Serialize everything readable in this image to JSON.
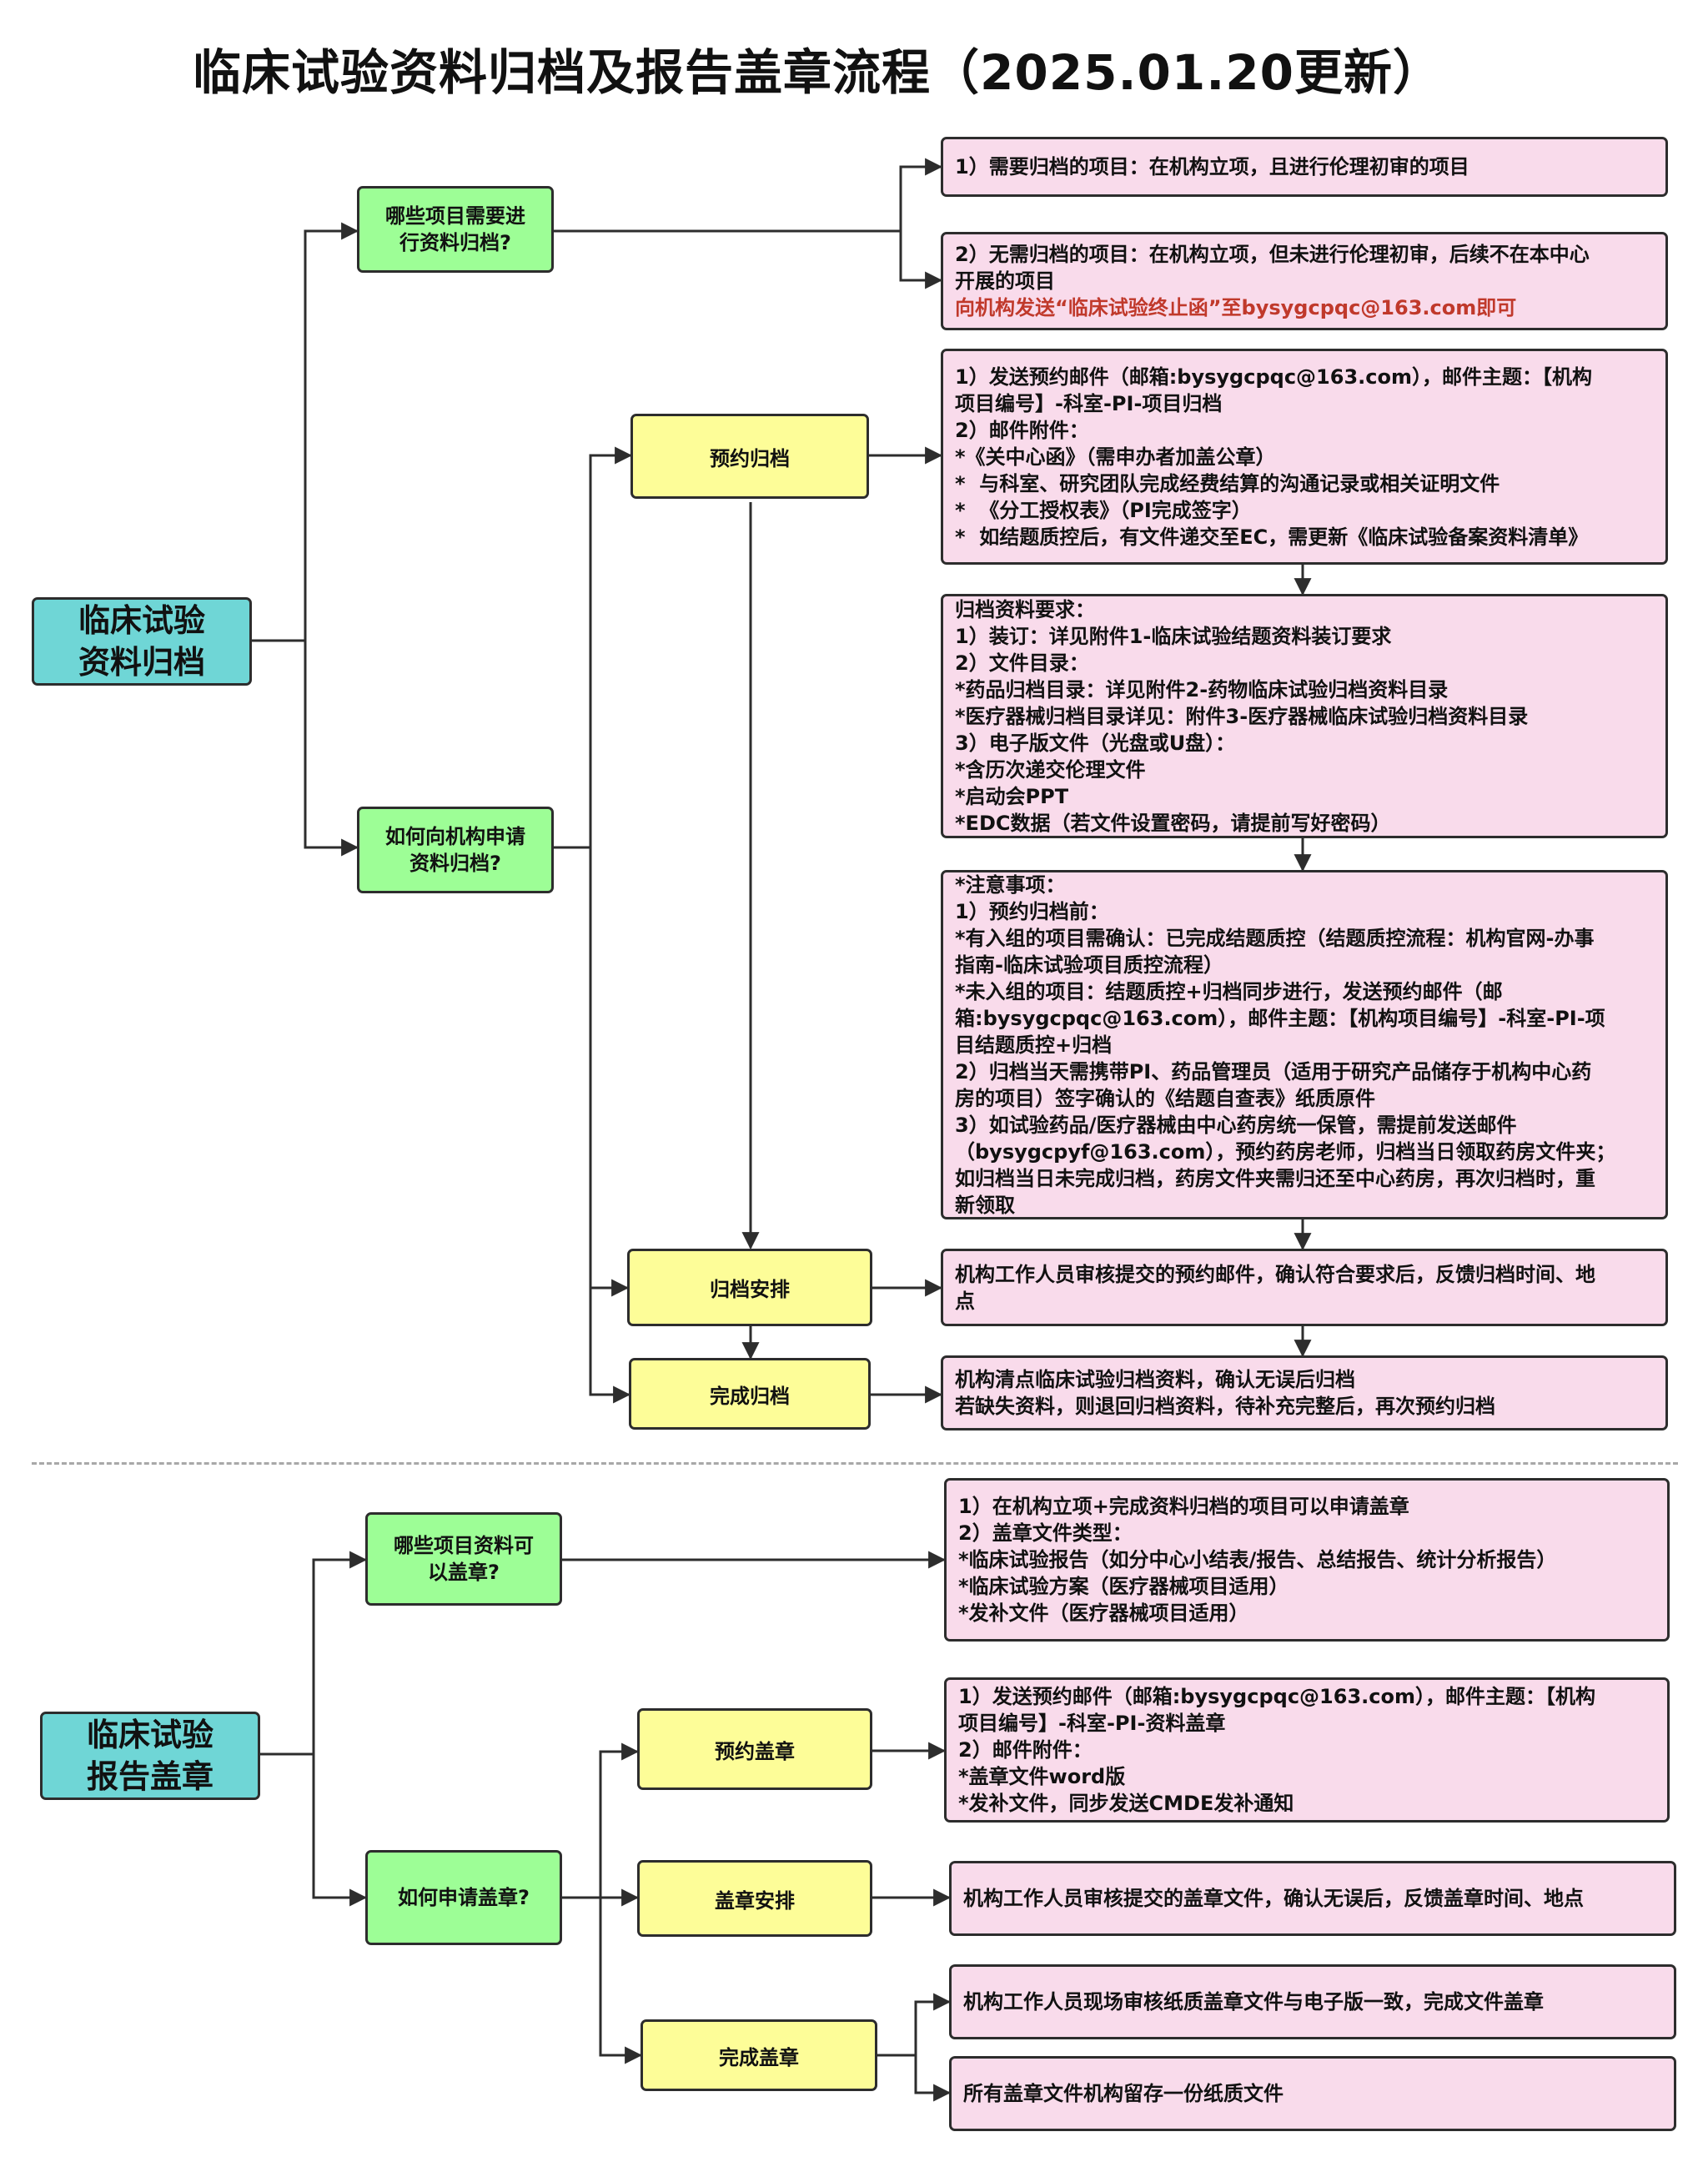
{
  "title": "临床试验资料归档及报告盖章流程（2025.01.20更新）",
  "colors": {
    "root": "#6fd6d6",
    "question": "#9dfe96",
    "step": "#fdfd98",
    "info": "#f9dbeb",
    "highlight_text": "#c0392b",
    "line": "#2d2d2d"
  },
  "archive": {
    "root": [
      "临床试验",
      "资料归档"
    ],
    "q1": [
      "哪些项目需要进",
      "行资料归档?"
    ],
    "q1_info1": [
      "1）需要归档的项目：在机构立项，且进行伦理初审的项目"
    ],
    "q1_info2": [
      "2）无需归档的项目：在机构立项，但未进行伦理初审，后续不在本中心",
      "开展的项目"
    ],
    "q1_info2_highlight": "向机构发送“临床试验终止函”至bysygcpqc@163.com即可",
    "q2": [
      "如何向机构申请",
      "资料归档?"
    ],
    "step1": "预约归档",
    "step1_info": [
      "1）发送预约邮件（邮箱:bysygcpqc@163.com），邮件主题：【机构",
      "项目编号】-科室-PI-项目归档",
      "2）邮件附件：",
      "*《关中心函》（需申办者加盖公章）",
      "*  与科室、研究团队完成经费结算的沟通记录或相关证明文件",
      "*  《分工授权表》（PI完成签字）",
      "*  如结题质控后，有文件递交至EC，需更新《临床试验备案资料清单》"
    ],
    "requirements": [
      "归档资料要求：",
      "1）装订：详见附件1-临床试验结题资料装订要求",
      "2）文件目录：",
      "*药品归档目录：详见附件2-药物临床试验归档资料目录",
      "*医疗器械归档目录详见：附件3-医疗器械临床试验归档资料目录",
      "3）电子版文件（光盘或U盘）：",
      "*含历次递交伦理文件",
      "*启动会PPT",
      "*EDC数据（若文件设置密码，请提前写好密码）"
    ],
    "notes": [
      "*注意事项：",
      "1）预约归档前：",
      "*有入组的项目需确认：已完成结题质控（结题质控流程：机构官网-办事",
      "指南-临床试验项目质控流程）",
      "*未入组的项目：结题质控+归档同步进行，发送预约邮件（邮",
      "箱:bysygcpqc@163.com），邮件主题：【机构项目编号】-科室-PI-项",
      "目结题质控+归档",
      "2）归档当天需携带PI、药品管理员（适用于研究产品储存于机构中心药",
      "房的项目）签字确认的《结题自查表》纸质原件",
      "3）如试验药品/医疗器械由中心药房统一保管，需提前发送邮件",
      "（bysygcpyf@163.com），预约药房老师，归档当日领取药房文件夹；",
      "如归档当日未完成归档，药房文件夹需归还至中心药房，再次归档时，重",
      "新领取"
    ],
    "step2": "归档安排",
    "step2_info": [
      "机构工作人员审核提交的预约邮件，确认符合要求后，反馈归档时间、地",
      "点"
    ],
    "step3": "完成归档",
    "step3_info": [
      "机构清点临床试验归档资料，确认无误后归档",
      "若缺失资料，则退回归档资料，待补充完整后，再次预约归档"
    ]
  },
  "seal": {
    "root": [
      "临床试验",
      "报告盖章"
    ],
    "q1": [
      "哪些项目资料可",
      "以盖章?"
    ],
    "q1_info": [
      "1）在机构立项+完成资料归档的项目可以申请盖章",
      "2）盖章文件类型：",
      "*临床试验报告（如分中心小结表/报告、总结报告、统计分析报告）",
      "*临床试验方案（医疗器械项目适用）",
      "*发补文件（医疗器械项目适用）"
    ],
    "q2": [
      "如何申请盖章?"
    ],
    "step1": "预约盖章",
    "step1_info": [
      "1）发送预约邮件（邮箱:bysygcpqc@163.com），邮件主题：【机构",
      "项目编号】-科室-PI-资料盖章",
      "2）邮件附件：",
      "*盖章文件word版",
      "*发补文件，同步发送CMDE发补通知"
    ],
    "step2": "盖章安排",
    "step2_info": [
      "机构工作人员审核提交的盖章文件，确认无误后，反馈盖章时间、地点"
    ],
    "step3": "完成盖章",
    "step3_info1": [
      "机构工作人员现场审核纸质盖章文件与电子版一致，完成文件盖章"
    ],
    "step3_info2": [
      "所有盖章文件机构留存一份纸质文件"
    ]
  }
}
